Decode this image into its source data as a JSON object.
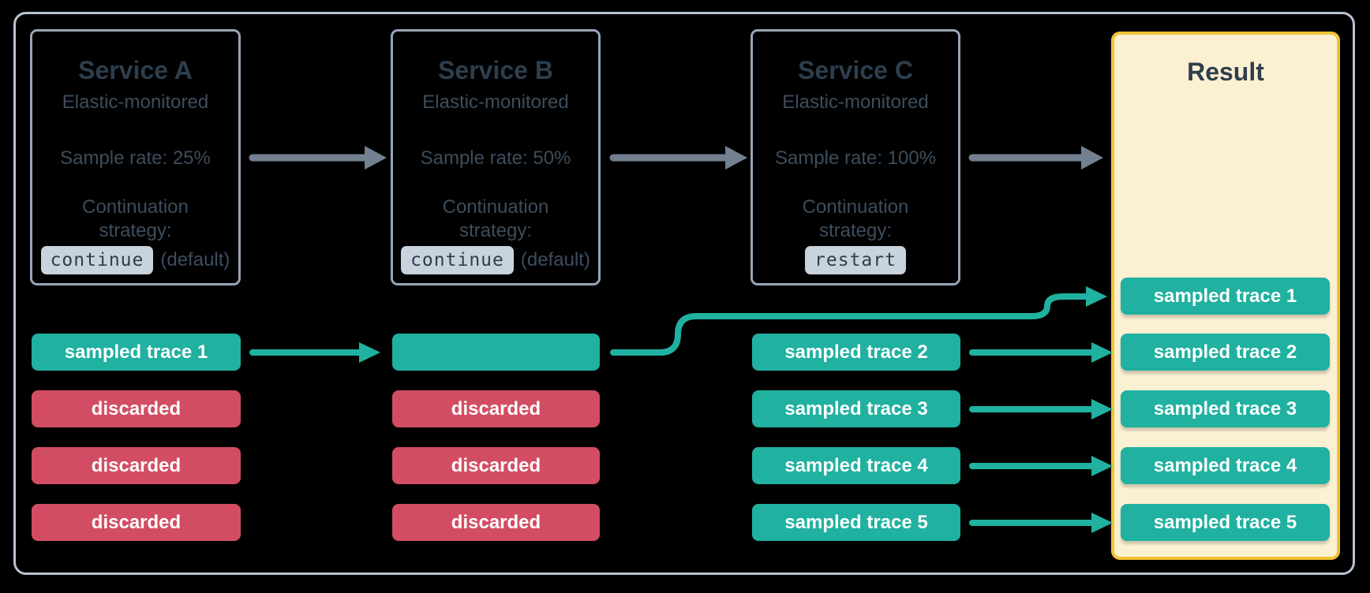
{
  "colors": {
    "background": "#000000",
    "frame_border": "#b8c3d1",
    "service_border": "#97a5b6",
    "title_text": "#2e3e4c",
    "body_text": "#3d4d5c",
    "code_bg": "#c9d3dd",
    "code_text": "#2e3d4a",
    "sampled_teal": "#20b1a0",
    "discarded_red": "#d24d63",
    "flow_arrow_gray": "#73808f",
    "result_bg": "#fbf0d2",
    "result_border": "#f3c233",
    "chip_text": "#ffffff"
  },
  "services": [
    {
      "title": "Service A",
      "monitoring": "Elastic-monitored",
      "sample_rate": "Sample rate: 25%",
      "continuation_line1": "Continuation",
      "continuation_line2": "strategy:",
      "strategy_code": "continue",
      "strategy_note": "(default)"
    },
    {
      "title": "Service B",
      "monitoring": "Elastic-monitored",
      "sample_rate": "Sample rate: 50%",
      "continuation_line1": "Continuation",
      "continuation_line2": "strategy:",
      "strategy_code": "continue",
      "strategy_note": "(default)"
    },
    {
      "title": "Service C",
      "monitoring": "Elastic-monitored",
      "sample_rate": "Sample rate: 100%",
      "continuation_line1": "Continuation",
      "continuation_line2": "strategy:",
      "strategy_code": "restart",
      "strategy_note": ""
    }
  ],
  "result": {
    "title": "Result"
  },
  "traces": {
    "service_a": [
      {
        "label": "sampled trace 1",
        "status": "sampled"
      },
      {
        "label": "discarded",
        "status": "discarded"
      },
      {
        "label": "discarded",
        "status": "discarded"
      },
      {
        "label": "discarded",
        "status": "discarded"
      }
    ],
    "service_b": [
      {
        "label": "",
        "status": "sampled"
      },
      {
        "label": "discarded",
        "status": "discarded"
      },
      {
        "label": "discarded",
        "status": "discarded"
      },
      {
        "label": "discarded",
        "status": "discarded"
      }
    ],
    "service_c": [
      {
        "label": "sampled trace 2",
        "status": "sampled"
      },
      {
        "label": "sampled trace 3",
        "status": "sampled"
      },
      {
        "label": "sampled trace 4",
        "status": "sampled"
      },
      {
        "label": "sampled trace 5",
        "status": "sampled"
      }
    ],
    "result": [
      {
        "label": "sampled trace 1",
        "status": "sampled"
      },
      {
        "label": "sampled trace 2",
        "status": "sampled"
      },
      {
        "label": "sampled trace 3",
        "status": "sampled"
      },
      {
        "label": "sampled trace 4",
        "status": "sampled"
      },
      {
        "label": "sampled trace 5",
        "status": "sampled"
      }
    ]
  }
}
